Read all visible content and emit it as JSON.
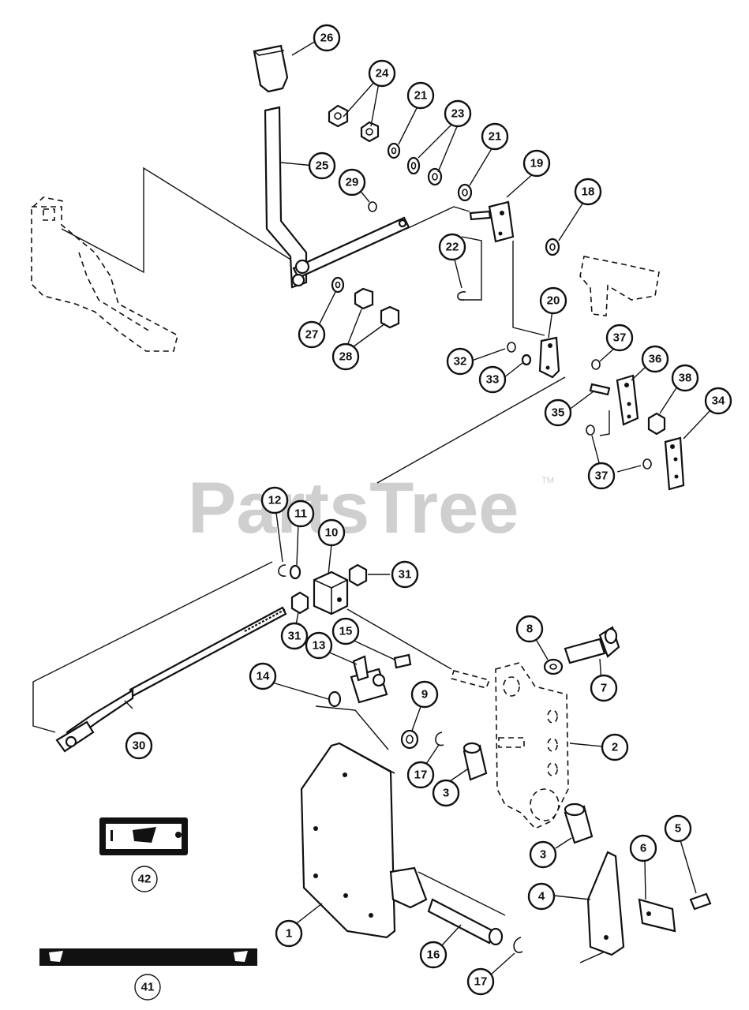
{
  "watermark": {
    "text": "PartsTree",
    "trademark": "TM"
  },
  "callouts": [
    {
      "n": "26"
    },
    {
      "n": "24"
    },
    {
      "n": "21"
    },
    {
      "n": "23"
    },
    {
      "n": "21"
    },
    {
      "n": "19"
    },
    {
      "n": "18"
    },
    {
      "n": "25"
    },
    {
      "n": "29"
    },
    {
      "n": "22"
    },
    {
      "n": "20"
    },
    {
      "n": "27"
    },
    {
      "n": "28"
    },
    {
      "n": "32"
    },
    {
      "n": "33"
    },
    {
      "n": "37"
    },
    {
      "n": "36"
    },
    {
      "n": "38"
    },
    {
      "n": "34"
    },
    {
      "n": "35"
    },
    {
      "n": "37"
    },
    {
      "n": "12"
    },
    {
      "n": "11"
    },
    {
      "n": "10"
    },
    {
      "n": "31"
    },
    {
      "n": "31"
    },
    {
      "n": "8"
    },
    {
      "n": "13"
    },
    {
      "n": "15"
    },
    {
      "n": "7"
    },
    {
      "n": "14"
    },
    {
      "n": "9"
    },
    {
      "n": "2"
    },
    {
      "n": "30"
    },
    {
      "n": "17"
    },
    {
      "n": "3"
    },
    {
      "n": "3"
    },
    {
      "n": "6"
    },
    {
      "n": "5"
    },
    {
      "n": "4"
    },
    {
      "n": "1"
    },
    {
      "n": "16"
    },
    {
      "n": "17"
    }
  ],
  "decal_labels": [
    {
      "n": "42"
    },
    {
      "n": "41"
    }
  ]
}
